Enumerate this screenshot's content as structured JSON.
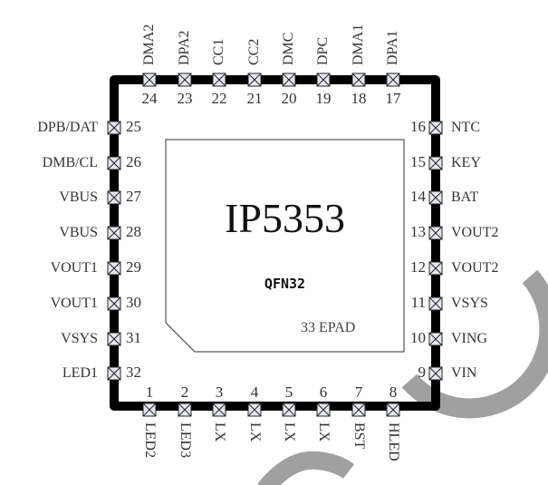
{
  "chip": {
    "name": "IP5353",
    "package": "QFN32",
    "epad_label": "33 EPAD"
  },
  "pins": {
    "bottom": [
      {
        "num": "1",
        "name": "LED2"
      },
      {
        "num": "2",
        "name": "LED3"
      },
      {
        "num": "3",
        "name": "LX"
      },
      {
        "num": "4",
        "name": "LX"
      },
      {
        "num": "5",
        "name": "LX"
      },
      {
        "num": "6",
        "name": "LX"
      },
      {
        "num": "7",
        "name": "BST"
      },
      {
        "num": "8",
        "name": "HLED"
      }
    ],
    "right": [
      {
        "num": "16",
        "name": "NTC"
      },
      {
        "num": "15",
        "name": "KEY"
      },
      {
        "num": "14",
        "name": "BAT"
      },
      {
        "num": "13",
        "name": "VOUT2"
      },
      {
        "num": "12",
        "name": "VOUT2"
      },
      {
        "num": "11",
        "name": "VSYS"
      },
      {
        "num": "10",
        "name": "VING"
      },
      {
        "num": "9",
        "name": "VIN"
      }
    ],
    "top": [
      {
        "num": "24",
        "name": "DMA2"
      },
      {
        "num": "23",
        "name": "DPA2"
      },
      {
        "num": "22",
        "name": "CC1"
      },
      {
        "num": "21",
        "name": "CC2"
      },
      {
        "num": "20",
        "name": "DMC"
      },
      {
        "num": "19",
        "name": "DPC"
      },
      {
        "num": "18",
        "name": "DMA1"
      },
      {
        "num": "17",
        "name": "DPA1"
      }
    ],
    "left": [
      {
        "num": "25",
        "name": "DPB/DAT"
      },
      {
        "num": "26",
        "name": "DMB/CL"
      },
      {
        "num": "27",
        "name": "VBUS"
      },
      {
        "num": "28",
        "name": "VBUS"
      },
      {
        "num": "29",
        "name": "VOUT1"
      },
      {
        "num": "30",
        "name": "VOUT1"
      },
      {
        "num": "31",
        "name": "VSYS"
      },
      {
        "num": "32",
        "name": "LED1"
      }
    ]
  },
  "colors": {
    "outline": "#000000",
    "pad_fill": "#e6e8f0",
    "watermark": "#a0a0a0"
  }
}
